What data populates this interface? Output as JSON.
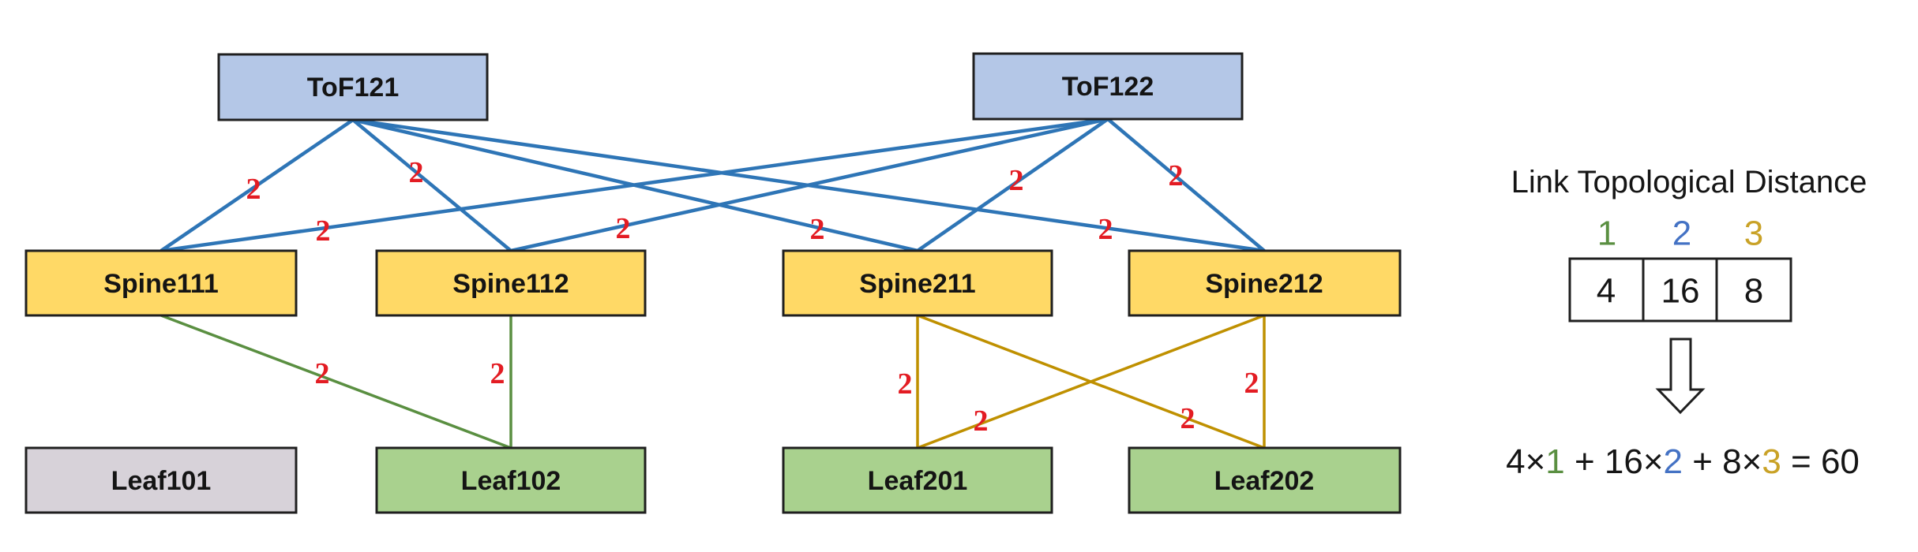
{
  "palette": {
    "tof_fill": "#b4c7e7",
    "spine_fill": "#ffd966",
    "leaf_fill": "#a9d18e",
    "leaf_gray_fill": "#d7d2d9",
    "node_border": "#1f1f1f",
    "link_blue": "#2e75b6",
    "link_green": "#5a8f41",
    "link_gold": "#bf9000",
    "edge_label_red": "#e31c23",
    "text_black": "#151515"
  },
  "nodes": [
    {
      "id": "ToF121",
      "label": "ToF121",
      "type": "top-of-fabric"
    },
    {
      "id": "ToF122",
      "label": "ToF122",
      "type": "top-of-fabric"
    },
    {
      "id": "Spine111",
      "label": "Spine111",
      "type": "spine"
    },
    {
      "id": "Spine112",
      "label": "Spine112",
      "type": "spine"
    },
    {
      "id": "Spine211",
      "label": "Spine211",
      "type": "spine"
    },
    {
      "id": "Spine212",
      "label": "Spine212",
      "type": "spine"
    },
    {
      "id": "Leaf101",
      "label": "Leaf101",
      "type": "leaf-gray"
    },
    {
      "id": "Leaf102",
      "label": "Leaf102",
      "type": "leaf"
    },
    {
      "id": "Leaf201",
      "label": "Leaf201",
      "type": "leaf"
    },
    {
      "id": "Leaf202",
      "label": "Leaf202",
      "type": "leaf"
    }
  ],
  "edges": [
    {
      "from": "ToF121",
      "to": "Spine111",
      "label": "2",
      "link_color": "blue"
    },
    {
      "from": "ToF121",
      "to": "Spine112",
      "label": "2",
      "link_color": "blue"
    },
    {
      "from": "ToF121",
      "to": "Spine211",
      "label": "2",
      "link_color": "blue"
    },
    {
      "from": "ToF121",
      "to": "Spine212",
      "label": "2",
      "link_color": "blue"
    },
    {
      "from": "ToF122",
      "to": "Spine111",
      "label": "2",
      "link_color": "blue"
    },
    {
      "from": "ToF122",
      "to": "Spine112",
      "label": "2",
      "link_color": "blue"
    },
    {
      "from": "ToF122",
      "to": "Spine211",
      "label": "2",
      "link_color": "blue"
    },
    {
      "from": "ToF122",
      "to": "Spine212",
      "label": "2",
      "link_color": "blue"
    },
    {
      "from": "Spine111",
      "to": "Leaf102",
      "label": "2",
      "link_color": "green"
    },
    {
      "from": "Spine112",
      "to": "Leaf102",
      "label": "2",
      "link_color": "green"
    },
    {
      "from": "Spine211",
      "to": "Leaf201",
      "label": "2",
      "link_color": "gold"
    },
    {
      "from": "Spine211",
      "to": "Leaf202",
      "label": "2",
      "link_color": "gold"
    },
    {
      "from": "Spine212",
      "to": "Leaf201",
      "label": "2",
      "link_color": "gold"
    },
    {
      "from": "Spine212",
      "to": "Leaf202",
      "label": "2",
      "link_color": "gold"
    }
  ],
  "legend": {
    "title": "Link Topological Distance",
    "arrow_icon": "down-arrow-icon",
    "columns": [
      {
        "value": "1",
        "color": "#5a8f41"
      },
      {
        "value": "2",
        "color": "#4472c4"
      },
      {
        "value": "3",
        "color": "#c9a227"
      }
    ],
    "cells": [
      "4",
      "16",
      "8"
    ],
    "formula": {
      "parts": [
        {
          "text": "4×",
          "color": "#151515"
        },
        {
          "text": "1",
          "color": "#5a8f41"
        },
        {
          "text": " + 16×",
          "color": "#151515"
        },
        {
          "text": "2",
          "color": "#4472c4"
        },
        {
          "text": " + 8×",
          "color": "#151515"
        },
        {
          "text": "3",
          "color": "#c9a227"
        },
        {
          "text": " = 60",
          "color": "#151515"
        }
      ]
    }
  }
}
